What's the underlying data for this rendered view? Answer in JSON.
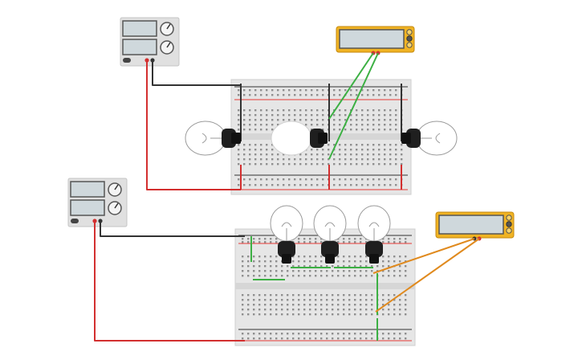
{
  "circuit_top": {
    "power_supply": {
      "name": "power-supply-top",
      "knobs": 2
    },
    "multimeter": {
      "name": "multimeter-top",
      "buttons": 3
    },
    "breadboard": {
      "name": "breadboard-top",
      "columns": 30,
      "rail_plus": "+",
      "rail_minus": "-"
    },
    "bulbs": [
      {
        "name": "bulb-top-left",
        "state": "on"
      },
      {
        "name": "bulb-top-middle",
        "state": "off"
      },
      {
        "name": "bulb-top-right",
        "state": "on"
      }
    ]
  },
  "circuit_bottom": {
    "power_supply": {
      "name": "power-supply-bottom",
      "knobs": 2
    },
    "multimeter": {
      "name": "multimeter-bottom",
      "buttons": 3
    },
    "breadboard": {
      "name": "breadboard-bottom",
      "columns": 30,
      "rail_plus": "+",
      "rail_minus": "-"
    },
    "bulbs": [
      {
        "name": "bulb-bottom-left",
        "state": "on"
      },
      {
        "name": "bulb-bottom-middle",
        "state": "on"
      },
      {
        "name": "bulb-bottom-right",
        "state": "on"
      }
    ]
  },
  "colors": {
    "positive_wire": "#d32f2f",
    "negative_wire": "#333333",
    "jumper_wire": "#3cb043",
    "probe_wire_top": "#3cb043",
    "probe_wire_bottom": "#e08a1e",
    "multimeter_body": "#f0b323",
    "breadboard": "#e6e6e6",
    "rail_red": "#e53935",
    "rail_black": "#333333"
  }
}
